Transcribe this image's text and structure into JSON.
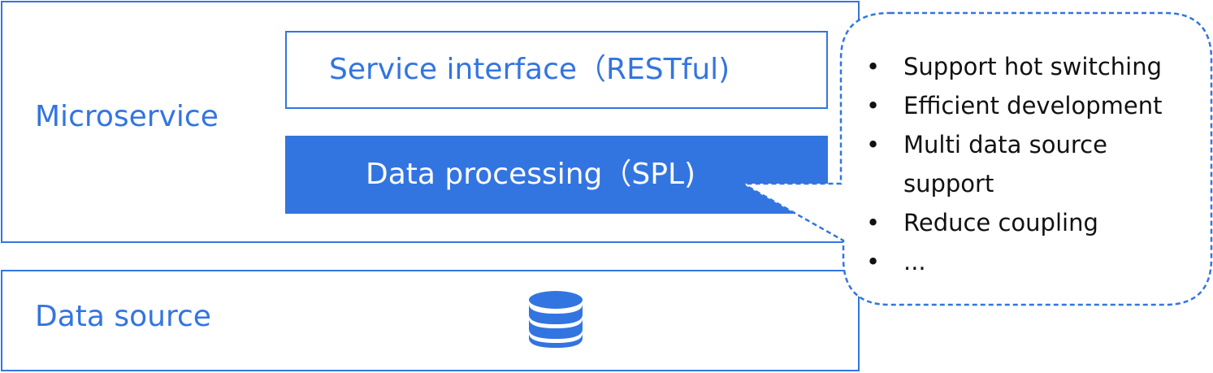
{
  "microservice": {
    "label": "Microservice",
    "service_interface": "Service interface（RESTful)",
    "data_processing": "Data processing（SPL)"
  },
  "data_source": {
    "label": "Data source",
    "icon": "database-icon"
  },
  "callout": {
    "items": [
      {
        "text": "Support hot switching"
      },
      {
        "text": "Efficient development"
      },
      {
        "text": "Multi data source",
        "text_cont": "support"
      },
      {
        "text": "Reduce coupling"
      },
      {
        "text": "..."
      }
    ]
  },
  "colors": {
    "accent": "#3375e0",
    "text_dark": "#111111",
    "background": "#ffffff"
  }
}
